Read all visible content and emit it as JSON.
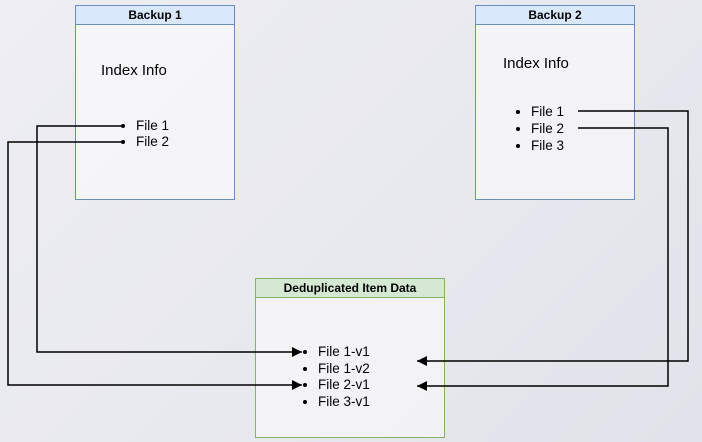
{
  "colors": {
    "background": "#e8e8ef",
    "backup_header_fill": "#dae8fc",
    "backup_border": "#6c8ebf",
    "dedup_header_fill": "#d5e8d4",
    "dedup_border": "#82b366",
    "connector": "#000000",
    "text": "#000000"
  },
  "backup1": {
    "title": "Backup 1",
    "subtitle": "Index Info",
    "files": [
      "File 1",
      "File 2"
    ]
  },
  "backup2": {
    "title": "Backup 2",
    "subtitle": "Index Info",
    "files": [
      "File 1",
      "File 2",
      "File 3"
    ]
  },
  "dedup": {
    "title": "Deduplicated Item Data",
    "items": [
      "File 1-v1",
      "File 1-v2",
      "File 2-v1",
      "File 3-v1"
    ]
  },
  "connections": [
    {
      "from": "Backup 1 / File 1",
      "to": "File 1-v1"
    },
    {
      "from": "Backup 1 / File 2",
      "to": "File 2-v1"
    },
    {
      "from": "Backup 2 / File 1",
      "to": "File 1-v2"
    },
    {
      "from": "Backup 2 / File 2",
      "to": "File 2-v1"
    }
  ]
}
